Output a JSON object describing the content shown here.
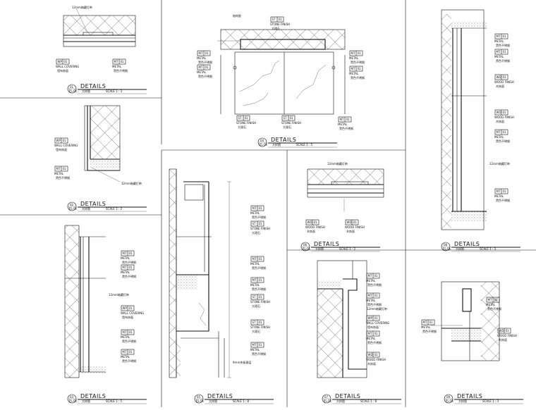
{
  "title_word": "DETAILS",
  "panels": [
    {
      "id": "p01",
      "num": "01",
      "ref": "EL-01",
      "ref_cn": "大样图",
      "scale": "SCALE 1 : 3"
    },
    {
      "id": "p02",
      "num": "02",
      "ref": "EL-01",
      "ref_cn": "大样图",
      "scale": "SCALE 1 : 2"
    },
    {
      "id": "p03",
      "num": "03",
      "ref": "EL-01",
      "ref_cn": "大样图",
      "scale": "SCALE 1 : 5"
    },
    {
      "id": "p04",
      "num": "04",
      "ref": "EL-01",
      "ref_cn": "大样图",
      "scale": "SCALE 1 : 5"
    },
    {
      "id": "p05",
      "num": "05",
      "ref": "EL-01",
      "ref_cn": "大样图",
      "scale": "SCALE 1 : 8"
    },
    {
      "id": "p06",
      "num": "06",
      "ref": "EL-01",
      "ref_cn": "大样图",
      "scale": "SCALE 1 : 2"
    },
    {
      "id": "p07",
      "num": "07",
      "ref": "EL-01",
      "ref_cn": "大样图",
      "scale": "SCALE 1 : 8"
    },
    {
      "id": "p08",
      "num": "08",
      "ref": "EL-01",
      "ref_cn": "大样图",
      "scale": "SCALE 1 : 3"
    },
    {
      "id": "p09",
      "num": "09",
      "ref": "EL-01",
      "ref_cn": "大样图",
      "scale": "SCALE 1 : 3"
    }
  ],
  "tags": {
    "wall_covering": {
      "code": "WP",
      "num": "01",
      "en": "WALL COVERING",
      "cn": "墙布饰面"
    },
    "metal": {
      "code": "MT",
      "num": "01",
      "en": "METAL",
      "cn": "黑色不锈钢"
    },
    "stone": {
      "code": "ST",
      "num": "01",
      "en": "STONE FINISH",
      "cn": "大理石"
    },
    "wood": {
      "code": "WD",
      "num": "01",
      "en": "WOOD FINISH",
      "cn": "木饰面"
    }
  },
  "notes": {
    "led": "12mm暗藏灯带",
    "glue": "结构胶",
    "board": "9mm夹板基层"
  }
}
